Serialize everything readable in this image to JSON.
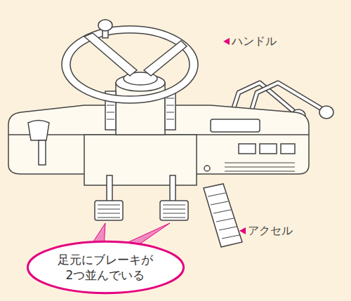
{
  "diagram": {
    "nodes": [
      {
        "text": [
          "足元にブレーキが 2つ並んでいる"
        ]
      }
    ],
    "labels": [
      "ハンドル",
      "アクセル"
    ]
  }
}
